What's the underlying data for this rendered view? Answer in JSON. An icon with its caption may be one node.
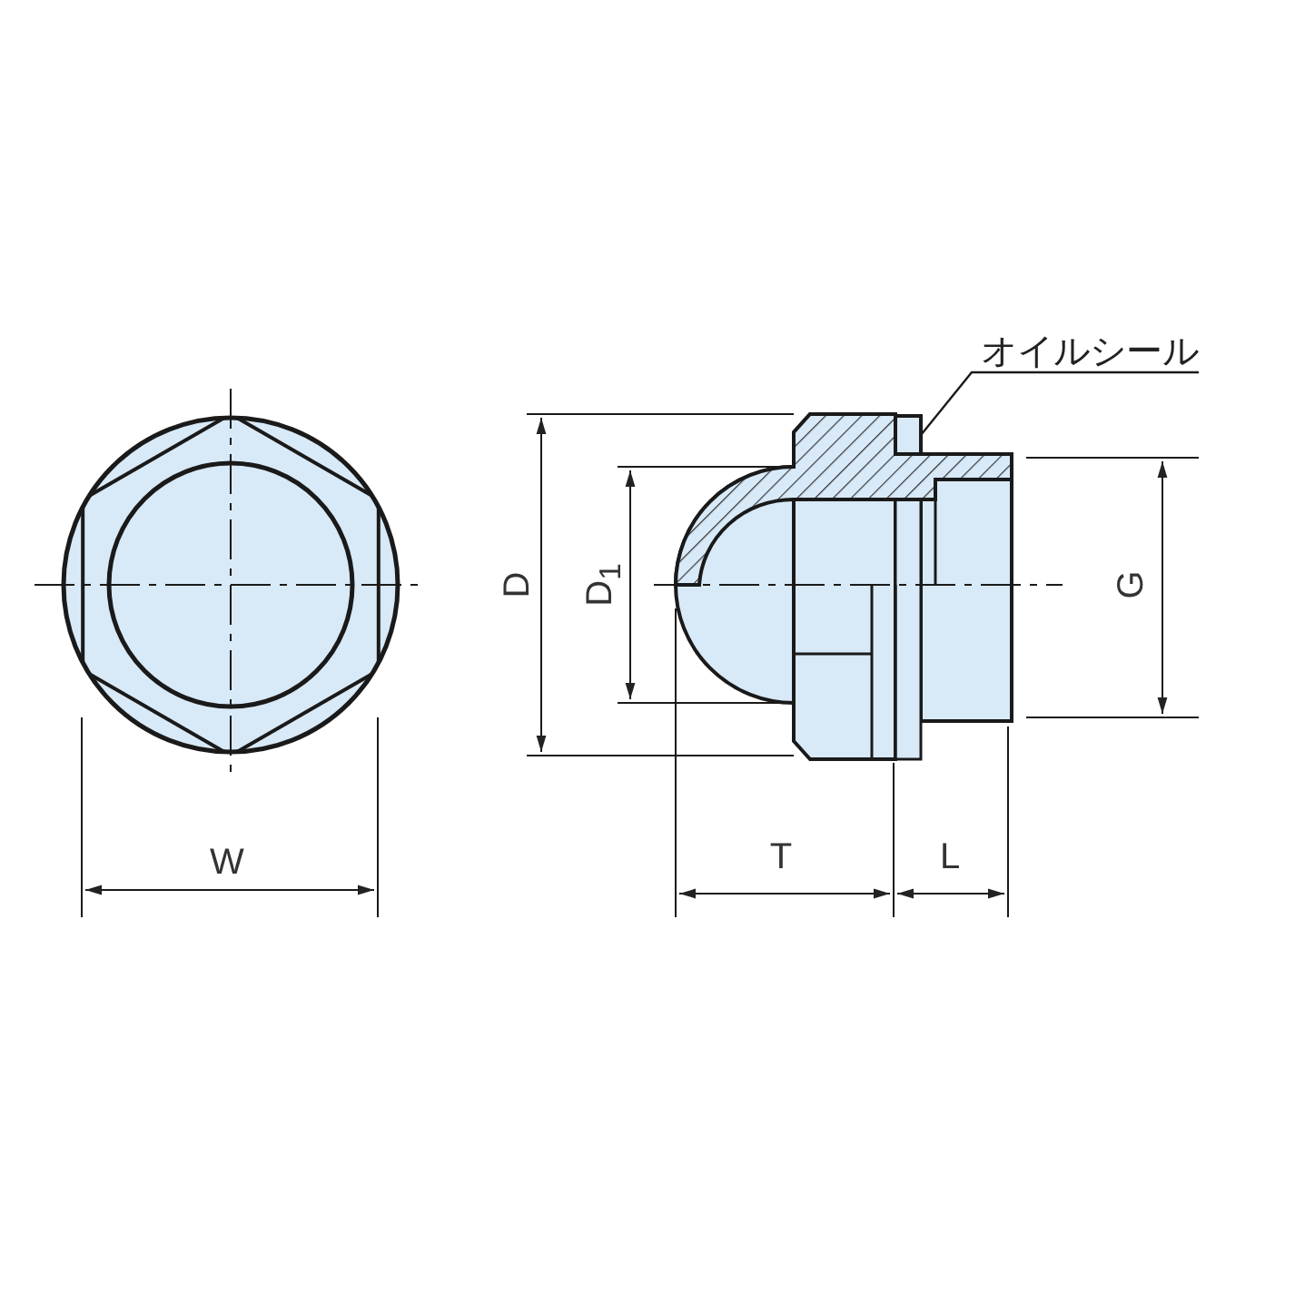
{
  "diagram": {
    "nodes": [
      {
        "text": [
          "オイルシール"
        ]
      },
      {
        "text": [],
        "shape": "box"
      }
    ],
    "edges": [
      {
        "from": 0,
        "to": 1,
        "arrow": "none"
      }
    ],
    "labels": [
      "D",
      "D$_{1}$",
      "G",
      "W",
      "T",
      "L"
    ]
  }
}
